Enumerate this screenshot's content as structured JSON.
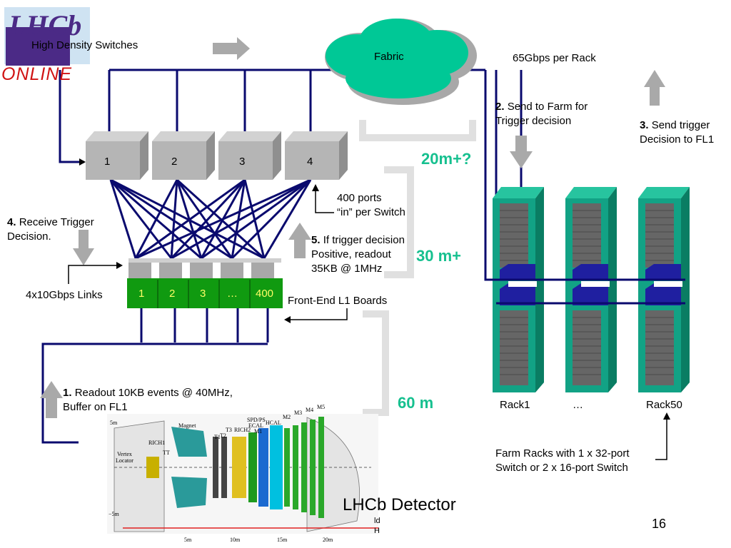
{
  "logo": {
    "top": "LHCb",
    "bottom": "ONLINE"
  },
  "labels": {
    "high_density_switches": "High Density Switches",
    "fabric": "Fabric",
    "gbps_per_rack": "65Gbps per Rack",
    "step2_num": "2.",
    "step2_text_1": "Send to Farm for",
    "step2_text_2": "Trigger decision",
    "step3_num": "3.",
    "step3_text_1": "Send trigger",
    "step3_text_2": "Decision to FL1",
    "step4_num": "4.",
    "step4_text_1": "Receive Trigger",
    "step4_text_2": "Decision.",
    "ports_1": "400 ports",
    "ports_2": "“in” per Switch",
    "step5_num": "5.",
    "step5_text_1": "If trigger decision",
    "step5_text_2": "Positive, readout",
    "step5_text_3": "35KB @ 1MHz",
    "links": "4x10Gbps Links",
    "frontend": "Front-End L1 Boards",
    "step1_num": "1.",
    "step1_text_1": "Readout 10KB events @ 40MHz,",
    "step1_text_2": "Buffer on FL1",
    "detector": "LHCb Detector",
    "farm_1": "Farm Racks with 1 x 32-port",
    "farm_2": "Switch or 2 x 16-port Switch",
    "page_number": "16"
  },
  "distances": {
    "d1": "20m+?",
    "d2": "30 m+",
    "d3": "60 m"
  },
  "switches": [
    "1",
    "2",
    "3",
    "4"
  ],
  "boards": [
    "1",
    "2",
    "3",
    "…",
    "400"
  ],
  "racks": [
    "Rack1",
    "…",
    "Rack50"
  ],
  "detector_labels": {
    "magnet": "Magnet",
    "rich1": "RICH1",
    "vertex": "Vertex",
    "locator": "Locator",
    "tt": "TT",
    "t1": "T1",
    "t2": "T2",
    "t3": "T3",
    "rich2": "RICH2",
    "spdps": "SPD/PS",
    "ecal": "ECAL",
    "hcal": "HCAL",
    "m1": "M1",
    "m2": "M2",
    "m3": "M3",
    "m4": "M4",
    "m5": "M5",
    "y5": "5m",
    "yneg5": "−5m",
    "x5": "5m",
    "x10": "10m",
    "x15": "15m",
    "x20": "20m",
    "cut1": "ld",
    "cut2": "H"
  },
  "colors": {
    "link": "#0a0a6e",
    "fabric": "#00c896",
    "board": "#109a10",
    "rack": "#12a285",
    "distance": "#16c08f"
  }
}
